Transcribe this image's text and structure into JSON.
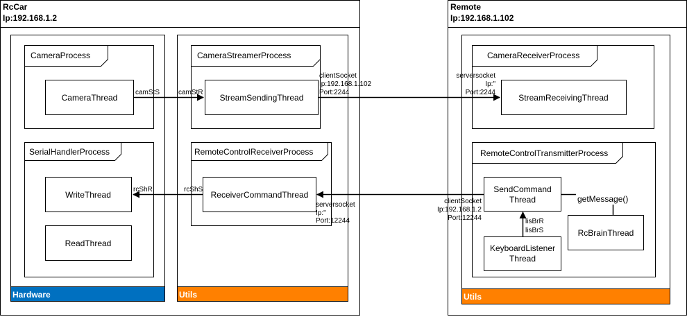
{
  "rccar": {
    "title": "RcCar",
    "ip": "Ip:192.168.1.2",
    "hardware": {
      "label": "Hardware",
      "color": "#0070C0",
      "camera_process": {
        "title": "CameraProcess",
        "thread": "CameraThread"
      },
      "serial_process": {
        "title": "SerialHandlerProcess",
        "write_thread": "WriteThread",
        "read_thread": "ReadThread"
      }
    },
    "utils": {
      "label": "Utils",
      "color": "#FF8000",
      "streamer_process": {
        "title": "CameraStreamerProcess",
        "thread": "StreamSendingThread"
      },
      "receiver_process": {
        "title": "RemoteControlReceiverProcess",
        "thread": "ReceiverCommandThread"
      }
    }
  },
  "remote": {
    "title": "Remote",
    "ip": "Ip:192.168.1.102",
    "utils": {
      "label": "Utils",
      "color": "#FF8000",
      "receiver_process": {
        "title": "CameraReceiverProcess",
        "thread": "StreamReceivingThread"
      },
      "transmitter_process": {
        "title": "RemoteControlTransmitterProcess",
        "send_thread": [
          "SendCommand",
          "Thread"
        ],
        "keyboard_thread": [
          "KeyboardListener",
          "Thread"
        ],
        "brain_thread": "RcBrainThread"
      }
    }
  },
  "connections": {
    "cam_sts": "camStS",
    "cam_str": "camStR",
    "rc_shr": "rcShR",
    "rc_shs": "rcShS",
    "lis_brr": "lisBrR",
    "lis_brs": "lisBrS",
    "get_message": "getMessage()",
    "client_socket_rccar": [
      "clientSocket",
      "Ip:192.168.1.102",
      "Port:2244"
    ],
    "server_socket_remote": [
      "serversocket",
      "Ip:\"",
      "Port:2244"
    ],
    "server_socket_rccar": [
      "serversocket",
      "Ip:\"",
      "Port:12244"
    ],
    "client_socket_remote": [
      "clientSocket",
      "Ip:192.168.1.2",
      "Port:12244"
    ]
  }
}
